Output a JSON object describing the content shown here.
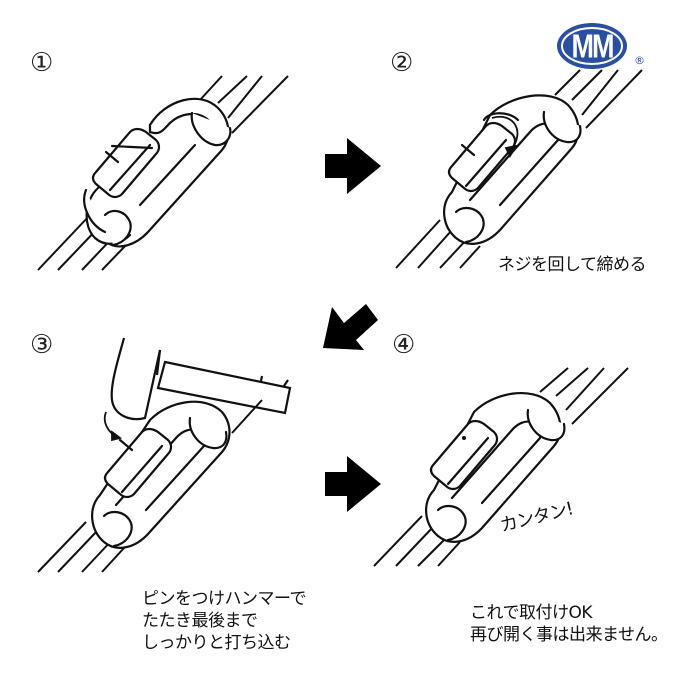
{
  "brand": {
    "logo_text": "MM",
    "registered_mark": "®",
    "logo_color": "#2a4ea0"
  },
  "steps": [
    {
      "number": "①",
      "caption_lines": []
    },
    {
      "number": "②",
      "caption_lines": [
        "ネジを回して締める"
      ]
    },
    {
      "number": "③",
      "caption_lines": [
        "ピンをつけハンマーで",
        "たたき最後まで",
        "しっかりと打ち込む"
      ]
    },
    {
      "number": "④",
      "caption_lines": [
        "これで取付けOK",
        "再び開く事は出来ません。"
      ],
      "exclamation": "カンタン!"
    }
  ],
  "arrows": [
    {
      "icon": "arrow-right-icon",
      "from_step": 1,
      "to_step": 2
    },
    {
      "icon": "arrow-down-left-icon",
      "from_step": 2,
      "to_step": 3
    },
    {
      "icon": "arrow-right-icon",
      "from_step": 3,
      "to_step": 4
    }
  ],
  "colors": {
    "line": "#111111",
    "background": "#ffffff"
  }
}
